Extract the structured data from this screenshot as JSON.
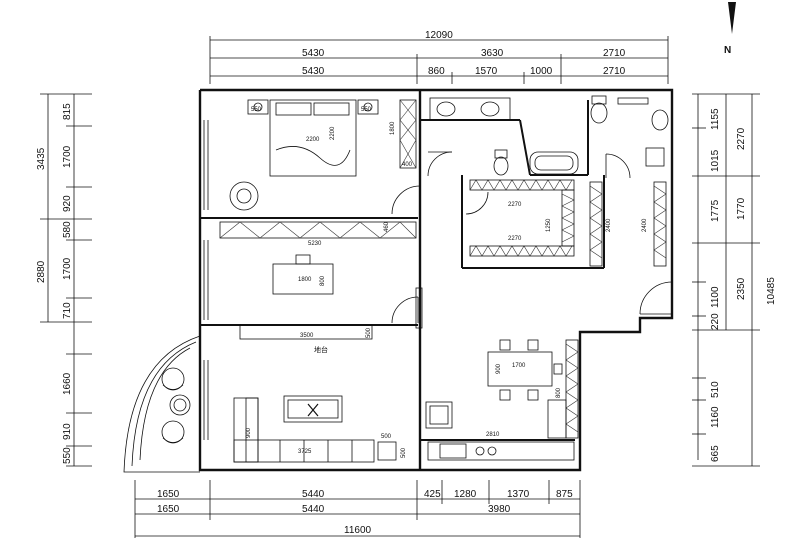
{
  "compass": {
    "label": "N"
  },
  "dims_top": {
    "total": "12090",
    "row2": [
      "5430",
      "3630",
      "2710"
    ],
    "row3": [
      "5430",
      "860",
      "1570",
      "1000",
      "2710"
    ]
  },
  "dims_bottom": {
    "row1": [
      "1650",
      "5440",
      "425",
      "1280",
      "1370",
      "875"
    ],
    "row2": [
      "1650",
      "5440",
      "3980"
    ],
    "total": "11600"
  },
  "dims_left": {
    "outer": [
      "3435",
      "2880"
    ],
    "inner": [
      "815",
      "1700",
      "920",
      "580",
      "1700",
      "710",
      "1660",
      "910",
      "550"
    ]
  },
  "dims_right": {
    "inner": [
      "1155",
      "1015",
      "1775",
      "1100",
      "220",
      "510",
      "1160",
      "665"
    ],
    "mid": [
      "2270",
      "1770",
      "2350"
    ],
    "total": "10485"
  },
  "room_labels": {
    "bed_w": "2200",
    "bed_h": "2200",
    "side_l": "550",
    "side_r": "550",
    "wardrobe_h": "1800",
    "wardrobe_d": "400",
    "cabinet_w": "5230",
    "cabinet_d": "460",
    "desk_w": "1800",
    "desk_d": "800",
    "tv_w": "3500",
    "tv_d": "500",
    "tv_note": "地台",
    "sofa_w": "3725",
    "sofa_d": "900",
    "ottoman_w": "500",
    "ottoman_d": "500",
    "closet_a": "2270",
    "closet_b": "2270",
    "closet_c": "1250",
    "closet_d": "2400",
    "closet_e": "2400",
    "dining_w": "1700",
    "dining_d": "900",
    "kitchen_w": "2810",
    "kitchen_d": "800"
  }
}
